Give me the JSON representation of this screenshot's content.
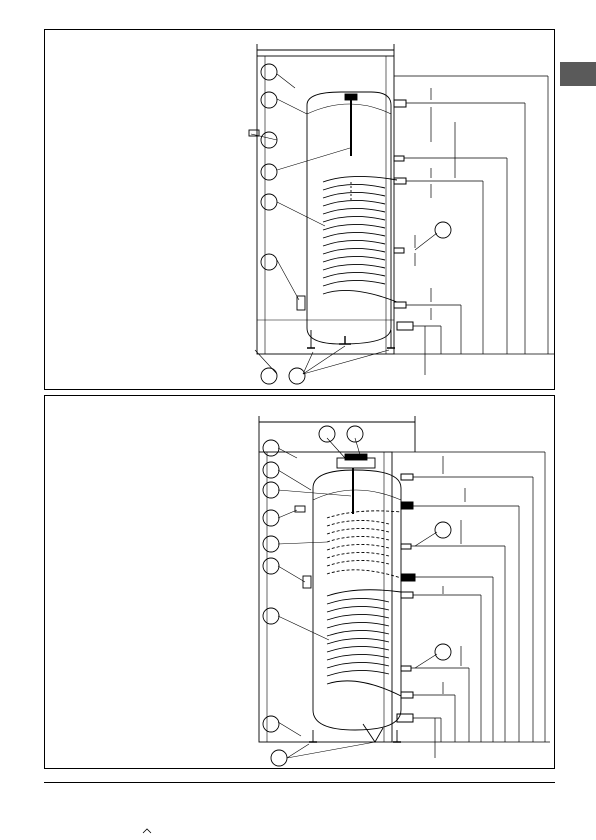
{
  "page": {
    "width": 596,
    "height": 840,
    "accent_tab_color": "#5a5a5a",
    "line_color": "#000000"
  },
  "figures": [
    {
      "id": "single-coil-tank",
      "callouts": [
        "",
        "",
        "",
        "",
        "",
        "",
        "",
        "",
        ""
      ]
    },
    {
      "id": "twin-coil-tank",
      "callouts": [
        "",
        "",
        "",
        "",
        "",
        "",
        "",
        "",
        "",
        "",
        "",
        ""
      ]
    }
  ]
}
